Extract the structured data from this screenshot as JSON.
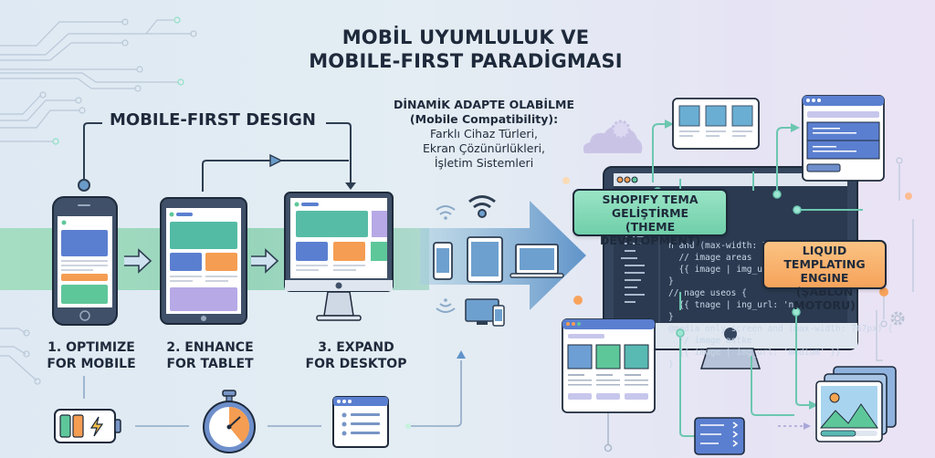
{
  "title": {
    "line1": "MOBİL UYUMLULUK VE",
    "line2": "MOBILE-FIRST PARADİGMASI"
  },
  "mobile_first_label": "MOBILE-FIRST DESIGN",
  "dynamic_adapt": {
    "heading": "DİNAMİK ADAPTE OLABİLME",
    "subheading": "(Mobile Compatibility):",
    "items": [
      "Farklı Cihaz Türleri,",
      "Ekran Çözünürlükleri,",
      "İşletim Sistemleri"
    ]
  },
  "steps": [
    {
      "line1": "1. OPTIMIZE",
      "line2": "FOR MOBILE",
      "device": "smartphone-icon"
    },
    {
      "line1": "2. ENHANCE",
      "line2": "FOR TABLET",
      "device": "tablet-icon"
    },
    {
      "line1": "3. EXPAND",
      "line2": "FOR DESKTOP",
      "device": "desktop-icon"
    }
  ],
  "bottom_icons": [
    "battery-icon",
    "stopwatch-icon",
    "browser-list-icon"
  ],
  "shopify_tag": {
    "line1": "SHOPIFY TEMA",
    "line2": "GELİŞTİRME",
    "line3": "(THEME DEVELOPMENT)",
    "color": "#7fd9b4"
  },
  "liquid_tag": {
    "line1": "LIQUID TEMPLATING",
    "line2": "ENGINE",
    "line3": "(ŞABLON MOTORU)",
    "color": "#f8b06b"
  },
  "code_lines": [
    ">",
    "ric {",
    "n and (max-width: 767px)",
    "  // image areas",
    "  {{ image | img_url: '",
    "}",
    "// nage useos {",
    "  {{ tnage | ing_url: 'n",
    "}",
    "@media only screen and (max-width: 767px) {",
    "  // image astke",
    "  {{ image | img_url: 'medium' }}",
    "}"
  ],
  "colors": {
    "navy": "#1e2a3b",
    "blue": "#5b7fd0",
    "green": "#5ec79a",
    "orange": "#f59d52",
    "purple": "#b7a9e6",
    "teal_line": "#6cc7b0",
    "flow_band": "#8fcfae",
    "arrow_blue": "#6ea0cf"
  }
}
